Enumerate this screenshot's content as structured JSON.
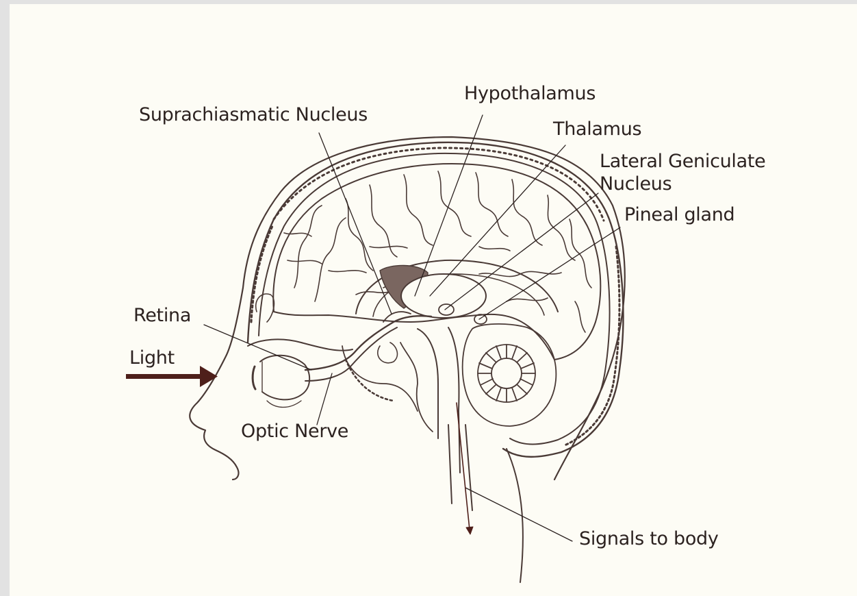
{
  "labels": {
    "suprachiasmatic": "Suprachiasmatic Nucleus",
    "hypothalamus": "Hypothalamus",
    "thalamus": "Thalamus",
    "lgn_line1": "Lateral Geniculate",
    "lgn_line2": "Nucleus",
    "pineal": "Pineal gland",
    "retina": "Retina",
    "light": "Light",
    "optic_nerve": "Optic Nerve",
    "signals": "Signals to body"
  },
  "colors": {
    "ink": "#4a3a36",
    "arrow": "#4e1f1a",
    "background": "#fdfcf5",
    "frame": "#e2e2e2"
  }
}
